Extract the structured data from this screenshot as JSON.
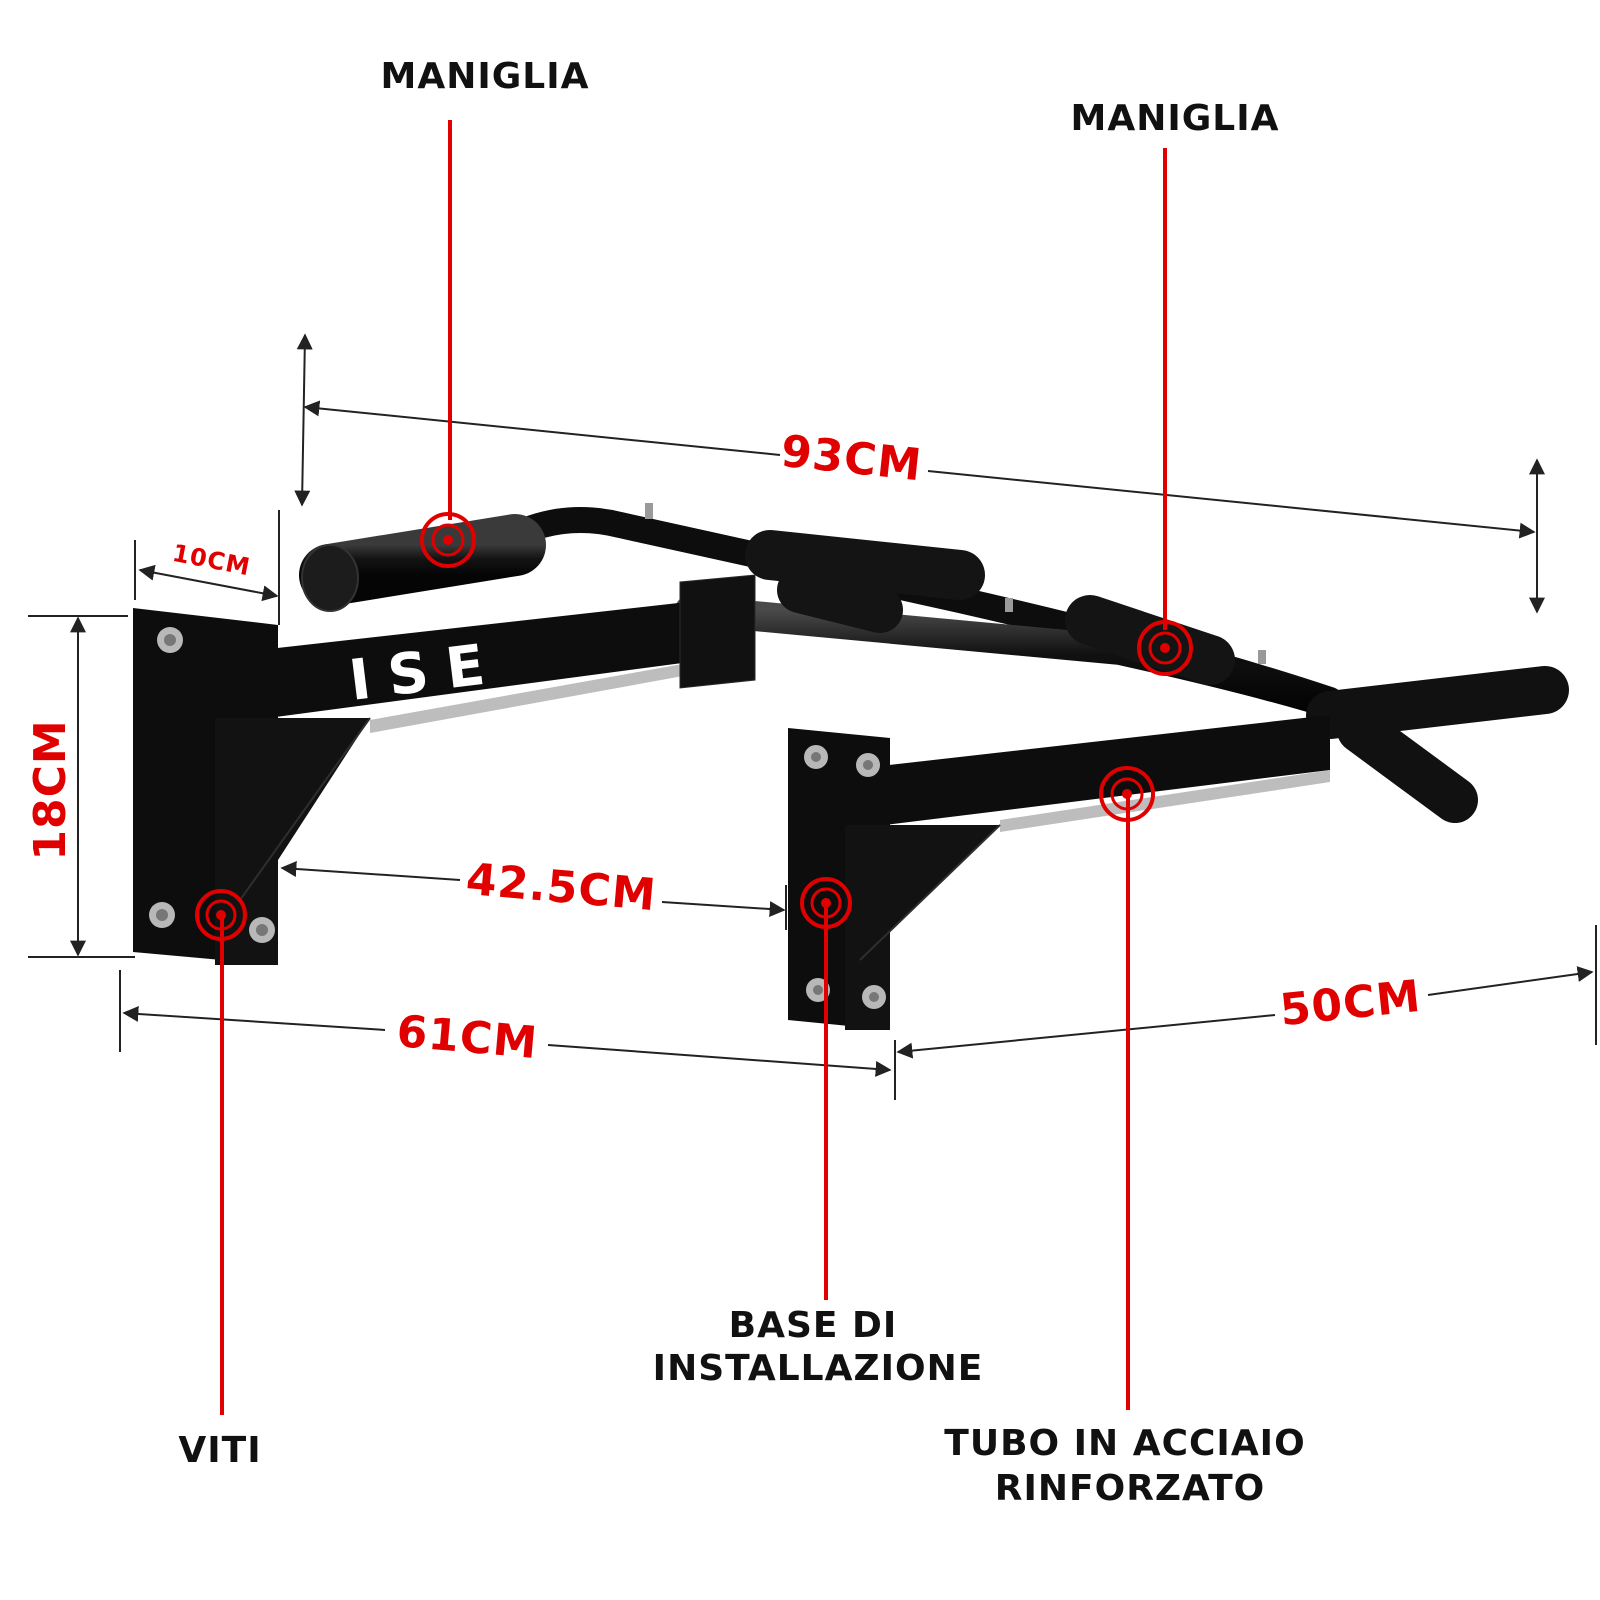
{
  "callouts": {
    "handle_left": "MANIGLIA",
    "handle_right": "MANIGLIA",
    "screws": "VITI",
    "base_line1": "BASE DI",
    "base_line2": "INSTALLAZIONE",
    "tube_line1": "TUBO IN ACCIAIO",
    "tube_line2": "RINFORZATO"
  },
  "dimensions": {
    "total_width": "93CM",
    "plate_width": "10CM",
    "plate_height": "18CM",
    "bracket_gap": "42.5CM",
    "depth": "61CM",
    "handle_spacing": "50CM"
  },
  "logo": {
    "text": "ISE",
    "registered": "®"
  },
  "colors": {
    "accent": "#e00000",
    "label": "#111111",
    "bar": "#0d0d0d",
    "foam": "#141414",
    "bolt": "#b8b8b8",
    "dimension_line": "#222222"
  }
}
